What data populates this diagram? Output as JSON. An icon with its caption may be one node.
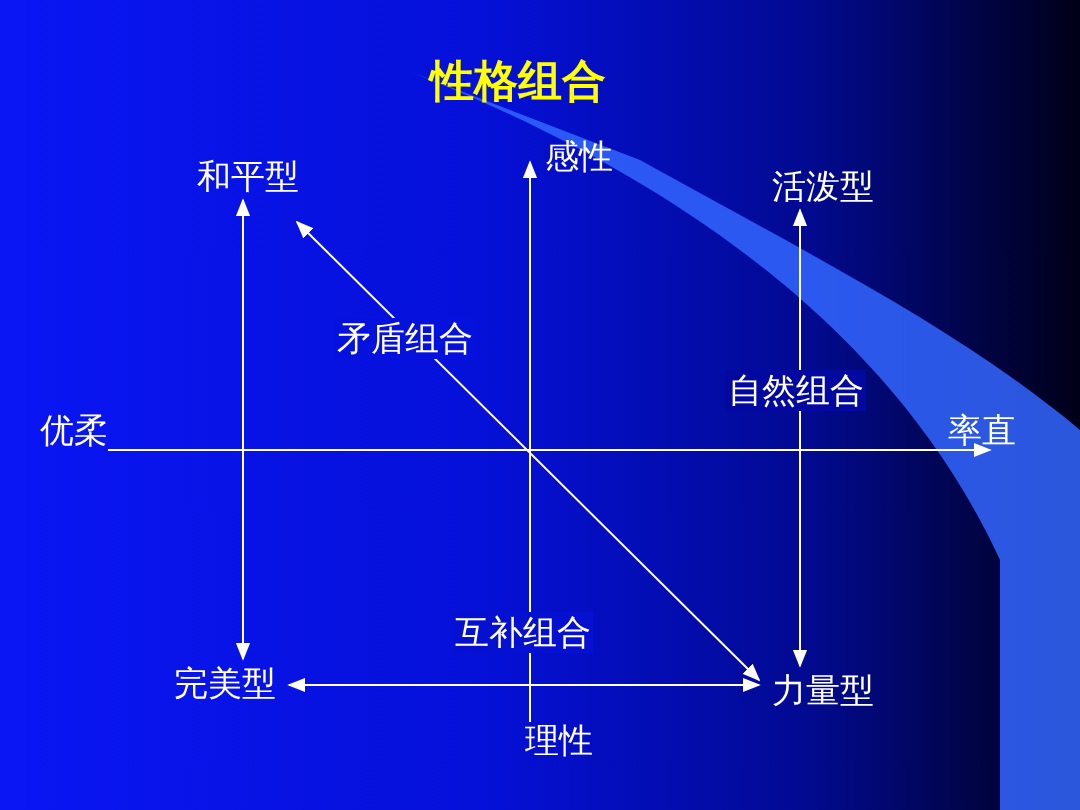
{
  "diagram": {
    "title": "性格组合",
    "nodes": [
      {
        "text": [
          "和平型"
        ]
      },
      {
        "text": [
          "活泼型"
        ]
      },
      {
        "text": [
          "完美型"
        ]
      },
      {
        "text": [
          "力量型"
        ]
      }
    ],
    "edges": [
      {
        "from": 0,
        "to": 2,
        "arrow": "both"
      },
      {
        "from": 1,
        "to": 3,
        "arrow": "both",
        "label": "自然组合"
      },
      {
        "from": 0,
        "to": 3,
        "arrow": "both",
        "label": "矛盾组合"
      },
      {
        "from": 2,
        "to": 3,
        "arrow": "both",
        "label": "互补组合"
      }
    ],
    "labels": [
      "感性",
      "优柔",
      "率直",
      "理性"
    ]
  }
}
